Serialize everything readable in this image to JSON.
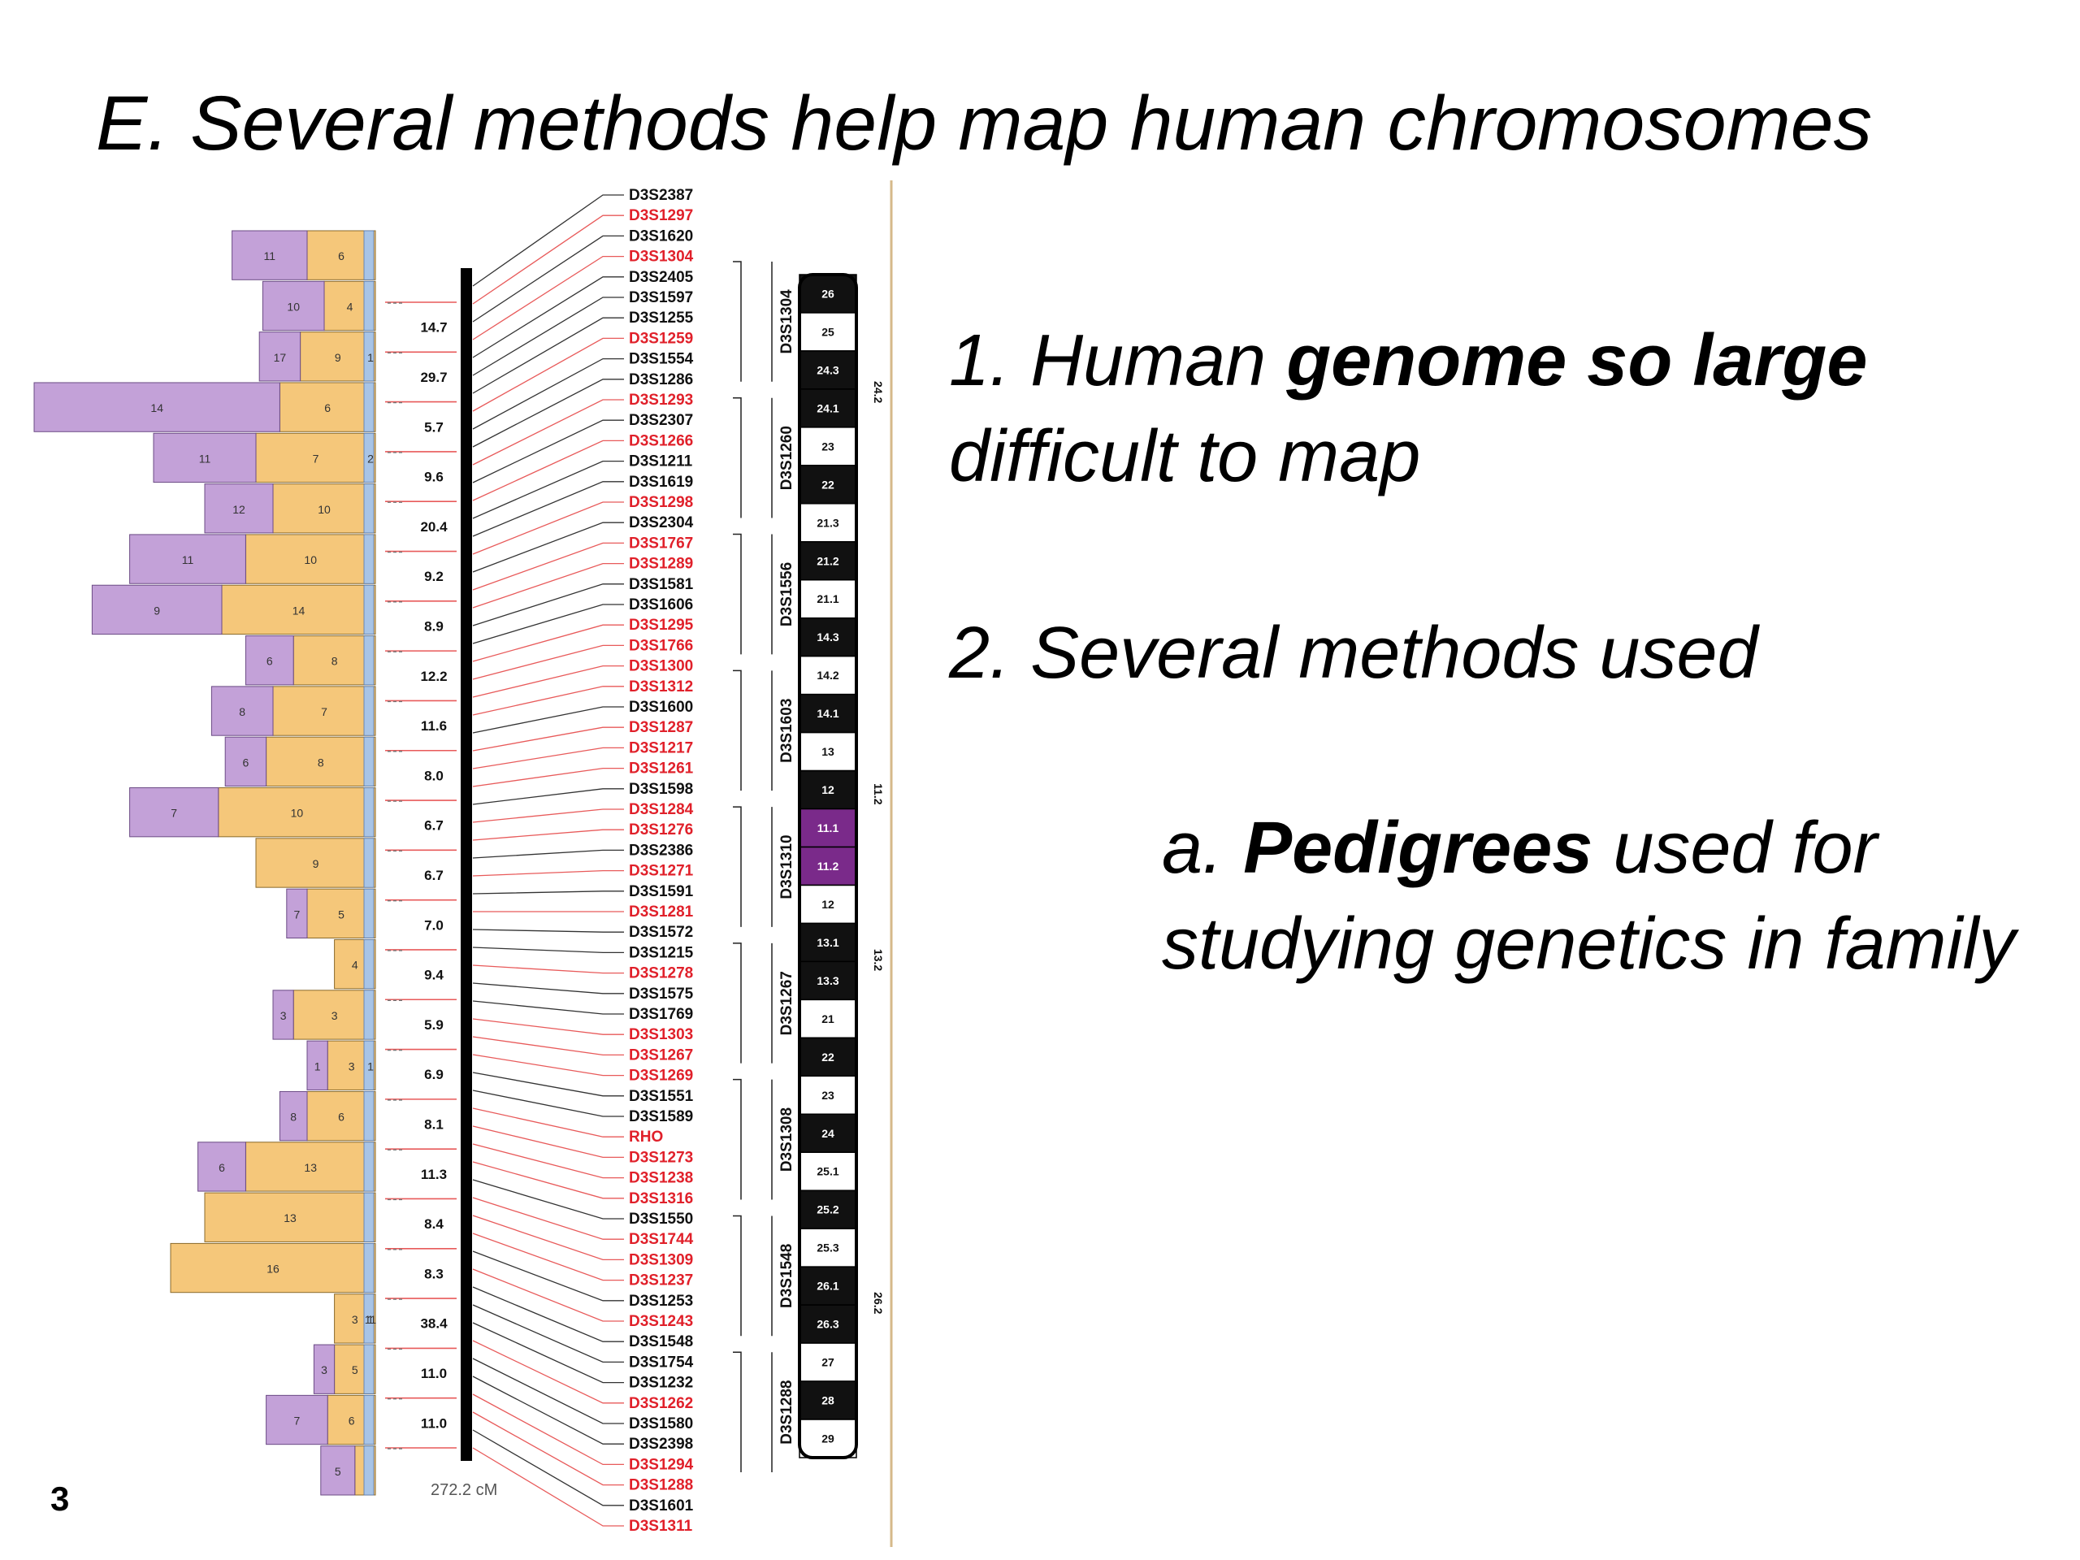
{
  "title": "E. Several methods help map human chromosomes",
  "bullets": {
    "b1_pre": "1. Human ",
    "b1_bold": "genome so large",
    "b1_post": " difficult to map",
    "b2": "2. Several methods used",
    "b3_pre": "a. ",
    "b3_bold": "Pedigrees",
    "b3_post": " used for studying genetics in family"
  },
  "figure": {
    "figure_number": "3",
    "total_length": "272.2 cM",
    "intervals": [
      "14.7",
      "29.7",
      "5.7",
      "9.6",
      "20.4",
      "9.2",
      "8.9",
      "12.2",
      "11.6",
      "8.0",
      "6.7",
      "6.7",
      "7.0",
      "9.4",
      "5.9",
      "6.9",
      "8.1",
      "11.3",
      "8.4",
      "8.3",
      "38.4",
      "11.0",
      "11.0"
    ],
    "markers": [
      {
        "name": "D3S2387",
        "red": false
      },
      {
        "name": "D3S1297",
        "red": true
      },
      {
        "name": "D3S1620",
        "red": false
      },
      {
        "name": "D3S1304",
        "red": true
      },
      {
        "name": "D3S2405",
        "red": false
      },
      {
        "name": "D3S1597",
        "red": false
      },
      {
        "name": "D3S1255",
        "red": false
      },
      {
        "name": "D3S1259",
        "red": true
      },
      {
        "name": "D3S1554",
        "red": false
      },
      {
        "name": "D3S1286",
        "red": false
      },
      {
        "name": "D3S1293",
        "red": true
      },
      {
        "name": "D3S2307",
        "red": false
      },
      {
        "name": "D3S1266",
        "red": true
      },
      {
        "name": "D3S1211",
        "red": false
      },
      {
        "name": "D3S1619",
        "red": false
      },
      {
        "name": "D3S1298",
        "red": true
      },
      {
        "name": "D3S2304",
        "red": false
      },
      {
        "name": "D3S1767",
        "red": true
      },
      {
        "name": "D3S1289",
        "red": true
      },
      {
        "name": "D3S1581",
        "red": false
      },
      {
        "name": "D3S1606",
        "red": false
      },
      {
        "name": "D3S1295",
        "red": true
      },
      {
        "name": "D3S1766",
        "red": true
      },
      {
        "name": "D3S1300",
        "red": true
      },
      {
        "name": "D3S1312",
        "red": true
      },
      {
        "name": "D3S1600",
        "red": false
      },
      {
        "name": "D3S1287",
        "red": true
      },
      {
        "name": "D3S1217",
        "red": true
      },
      {
        "name": "D3S1261",
        "red": true
      },
      {
        "name": "D3S1598",
        "red": false
      },
      {
        "name": "D3S1284",
        "red": true
      },
      {
        "name": "D3S1276",
        "red": true
      },
      {
        "name": "D3S2386",
        "red": false
      },
      {
        "name": "D3S1271",
        "red": true
      },
      {
        "name": "D3S1591",
        "red": false
      },
      {
        "name": "D3S1281",
        "red": true
      },
      {
        "name": "D3S1572",
        "red": false
      },
      {
        "name": "D3S1215",
        "red": false
      },
      {
        "name": "D3S1278",
        "red": true
      },
      {
        "name": "D3S1575",
        "red": false
      },
      {
        "name": "D3S1769",
        "red": false
      },
      {
        "name": "D3S1303",
        "red": true
      },
      {
        "name": "D3S1267",
        "red": true
      },
      {
        "name": "D3S1269",
        "red": true
      },
      {
        "name": "D3S1551",
        "red": false
      },
      {
        "name": "D3S1589",
        "red": false
      },
      {
        "name": "RHO",
        "red": true
      },
      {
        "name": "D3S1273",
        "red": true
      },
      {
        "name": "D3S1238",
        "red": true
      },
      {
        "name": "D3S1316",
        "red": true
      },
      {
        "name": "D3S1550",
        "red": false
      },
      {
        "name": "D3S1744",
        "red": true
      },
      {
        "name": "D3S1309",
        "red": true
      },
      {
        "name": "D3S1237",
        "red": true
      },
      {
        "name": "D3S1253",
        "red": false
      },
      {
        "name": "D3S1243",
        "red": true
      },
      {
        "name": "D3S1548",
        "red": false
      },
      {
        "name": "D3S1754",
        "red": false
      },
      {
        "name": "D3S1232",
        "red": false
      },
      {
        "name": "D3S1262",
        "red": true
      },
      {
        "name": "D3S1580",
        "red": false
      },
      {
        "name": "D3S2398",
        "red": false
      },
      {
        "name": "D3S1294",
        "red": true
      },
      {
        "name": "D3S1288",
        "red": true
      },
      {
        "name": "D3S1601",
        "red": false
      },
      {
        "name": "D3S1311",
        "red": true
      }
    ],
    "group_labels": [
      "D3S1304",
      "D3S1260",
      "D3S1556",
      "D3S1603",
      "D3S1310",
      "D3S1267",
      "D3S1308",
      "D3S1548",
      "D3S1288"
    ],
    "bands": [
      {
        "label": "26",
        "dark": true
      },
      {
        "label": "25",
        "dark": false
      },
      {
        "label": "24.3",
        "dark": true
      },
      {
        "label": "24.1",
        "dark": true
      },
      {
        "label": "23",
        "dark": false
      },
      {
        "label": "22",
        "dark": true
      },
      {
        "label": "21.3",
        "dark": false
      },
      {
        "label": "21.2",
        "dark": true
      },
      {
        "label": "21.1",
        "dark": false
      },
      {
        "label": "14.3",
        "dark": true
      },
      {
        "label": "14.2",
        "dark": false
      },
      {
        "label": "14.1",
        "dark": true
      },
      {
        "label": "13",
        "dark": false
      },
      {
        "label": "12",
        "dark": true
      },
      {
        "label": "11.1",
        "dark": true
      },
      {
        "label": "11.2",
        "dark": true
      },
      {
        "label": "12",
        "dark": false
      },
      {
        "label": "13.1",
        "dark": true
      },
      {
        "label": "13.3",
        "dark": true
      },
      {
        "label": "21",
        "dark": false
      },
      {
        "label": "22",
        "dark": true
      },
      {
        "label": "23",
        "dark": false
      },
      {
        "label": "24",
        "dark": true
      },
      {
        "label": "25.1",
        "dark": false
      },
      {
        "label": "25.2",
        "dark": true
      },
      {
        "label": "25.3",
        "dark": false
      },
      {
        "label": "26.1",
        "dark": true
      },
      {
        "label": "26.3",
        "dark": true
      },
      {
        "label": "27",
        "dark": false
      },
      {
        "label": "28",
        "dark": true
      },
      {
        "label": "29",
        "dark": false
      }
    ],
    "side_labels": [
      "24.2",
      "11.2",
      "13.2",
      "26.2"
    ],
    "histogram_rows": [
      {
        "purple": 0.22,
        "orange": 0.2,
        "labels": [
          "11",
          "6"
        ]
      },
      {
        "purple": 0.18,
        "orange": 0.15,
        "labels": [
          "10",
          "4"
        ]
      },
      {
        "purple": 0.12,
        "orange": 0.22,
        "labels": [
          "17",
          "9",
          "1"
        ]
      },
      {
        "purple": 0.72,
        "orange": 0.28,
        "labels": [
          "14",
          "6"
        ]
      },
      {
        "purple": 0.3,
        "orange": 0.35,
        "labels": [
          "11",
          "7",
          "2"
        ]
      },
      {
        "purple": 0.2,
        "orange": 0.3,
        "labels": [
          "12",
          "10"
        ]
      },
      {
        "purple": 0.34,
        "orange": 0.38,
        "labels": [
          "11",
          "10"
        ]
      },
      {
        "purple": 0.38,
        "orange": 0.45,
        "labels": [
          "9",
          "14"
        ]
      },
      {
        "purple": 0.14,
        "orange": 0.24,
        "labels": [
          "6",
          "8"
        ]
      },
      {
        "purple": 0.18,
        "orange": 0.3,
        "labels": [
          "8",
          "7"
        ]
      },
      {
        "purple": 0.12,
        "orange": 0.32,
        "labels": [
          "6",
          "8"
        ]
      },
      {
        "purple": 0.26,
        "orange": 0.46,
        "labels": [
          "7",
          "10"
        ]
      },
      {
        "purple": 0.0,
        "orange": 0.35,
        "labels": [
          "9"
        ]
      },
      {
        "purple": 0.06,
        "orange": 0.2,
        "labels": [
          "7",
          "5"
        ]
      },
      {
        "purple": 0.0,
        "orange": 0.12,
        "labels": [
          "4"
        ]
      },
      {
        "purple": 0.06,
        "orange": 0.24,
        "labels": [
          "3",
          "3"
        ]
      },
      {
        "purple": 0.06,
        "orange": 0.14,
        "labels": [
          "1",
          "3",
          "1"
        ]
      },
      {
        "purple": 0.08,
        "orange": 0.2,
        "labels": [
          "8",
          "6"
        ]
      },
      {
        "purple": 0.14,
        "orange": 0.38,
        "labels": [
          "6",
          "13"
        ]
      },
      {
        "purple": 0.0,
        "orange": 0.5,
        "labels": [
          "13"
        ]
      },
      {
        "purple": 0.0,
        "orange": 0.6,
        "labels": [
          "16"
        ]
      },
      {
        "purple": 0.0,
        "orange": 0.12,
        "labels": [
          "3",
          "11",
          "1"
        ]
      },
      {
        "purple": 0.06,
        "orange": 0.12,
        "labels": [
          "3",
          "5"
        ]
      },
      {
        "purple": 0.18,
        "orange": 0.14,
        "labels": [
          "7",
          "6"
        ]
      },
      {
        "purple": 0.1,
        "orange": 0.06,
        "labels": [
          "5"
        ]
      }
    ]
  }
}
